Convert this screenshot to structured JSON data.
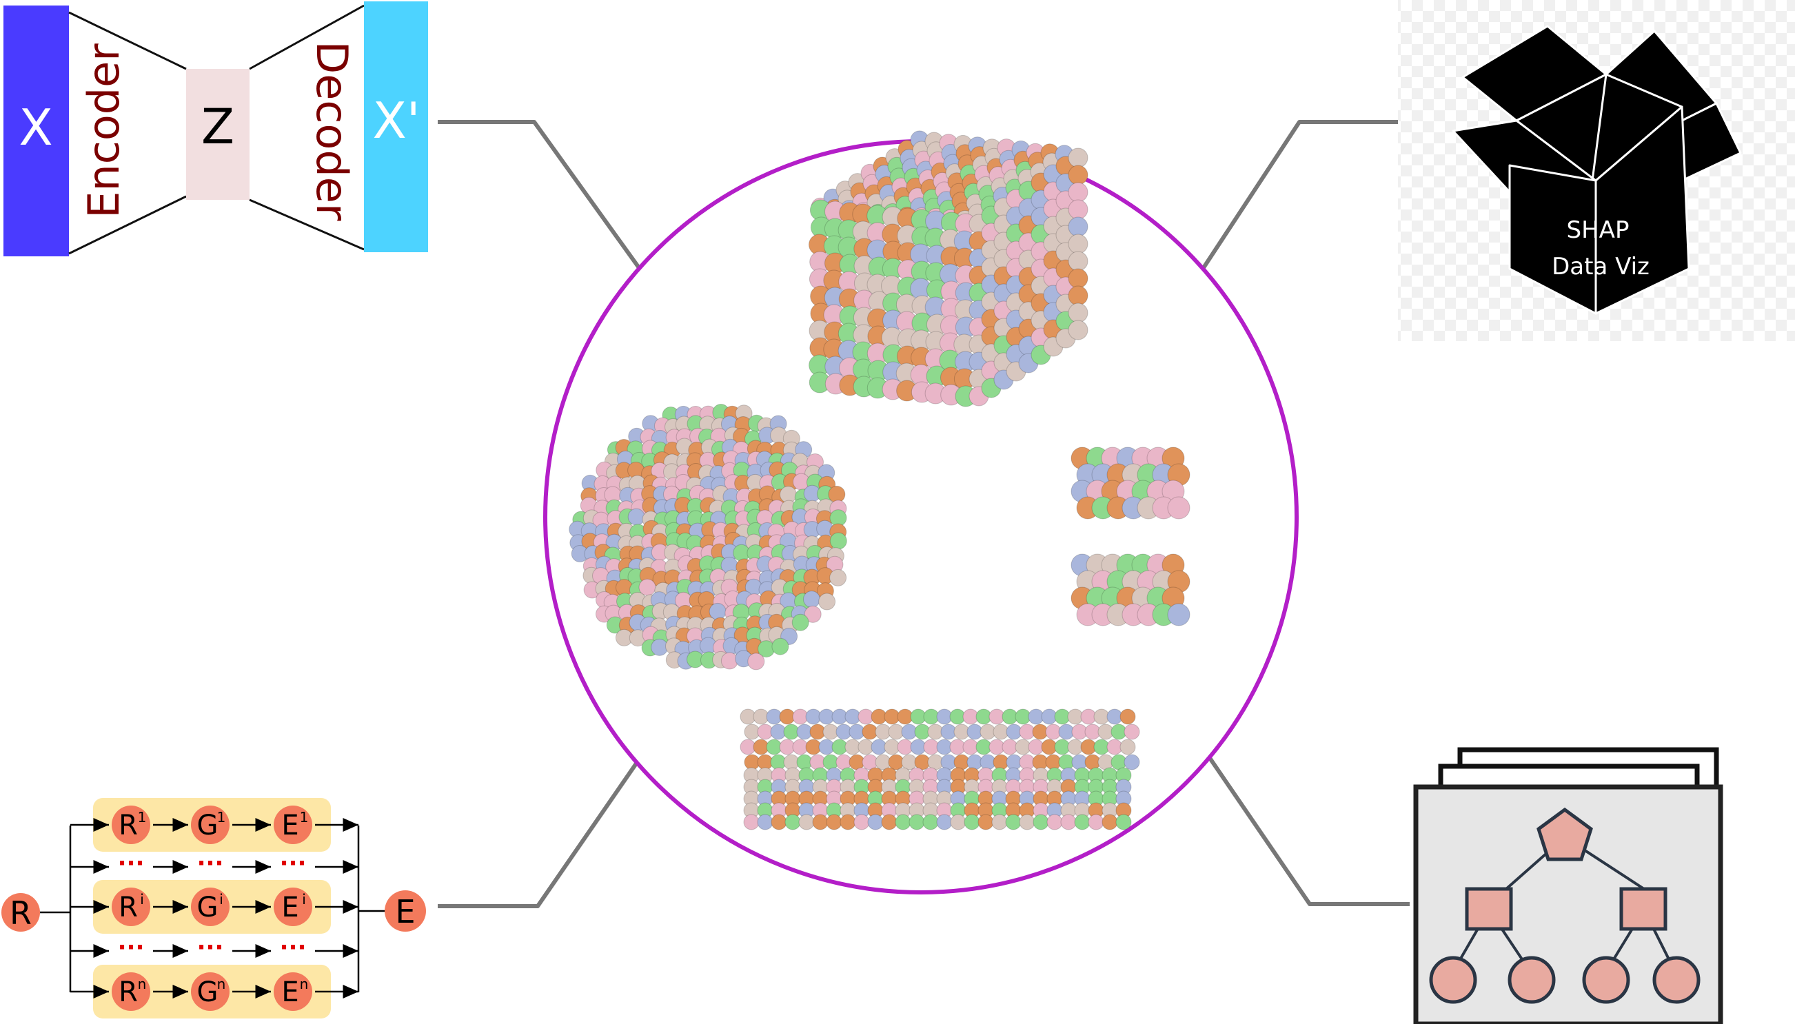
{
  "autoencoder": {
    "input_label": "X",
    "encoder_label": "Encoder",
    "latent_label": "Z",
    "decoder_label": "Decoder",
    "output_label": "X'"
  },
  "shap_box": {
    "line1": "SHAP",
    "line2": "Data Viz"
  },
  "ensemble": {
    "input_label": "R",
    "output_label": "E",
    "rows": [
      {
        "r": "R",
        "r_sup": "1",
        "g": "G",
        "g_sup": "1",
        "e": "E",
        "e_sup": "1"
      },
      {
        "r": "R",
        "r_sup": "i",
        "g": "G",
        "g_sup": "i",
        "e": "E",
        "e_sup": "i"
      },
      {
        "r": "R",
        "r_sup": "n",
        "g": "G",
        "g_sup": "n",
        "e": "E",
        "e_sup": "n"
      }
    ],
    "ellipsis": "···"
  },
  "colors": {
    "circle_border": "#b31ec8",
    "connector": "#777777",
    "input_block": "#4a3bff",
    "latent_block": "#f2dfe0",
    "output_block": "#4dd3ff",
    "dark_red_text": "#7a0000",
    "ensemble_band": "#fde7a6",
    "ensemble_node": "#f37a5c",
    "tree_node": "#e8aaa0",
    "tree_panel": "#e6e6e6",
    "atom_orange": "#e0935a",
    "atom_green": "#8ed98e",
    "atom_blue": "#a9b6dc",
    "atom_pink": "#e9b6c8",
    "atom_beige": "#d8c7bf"
  }
}
